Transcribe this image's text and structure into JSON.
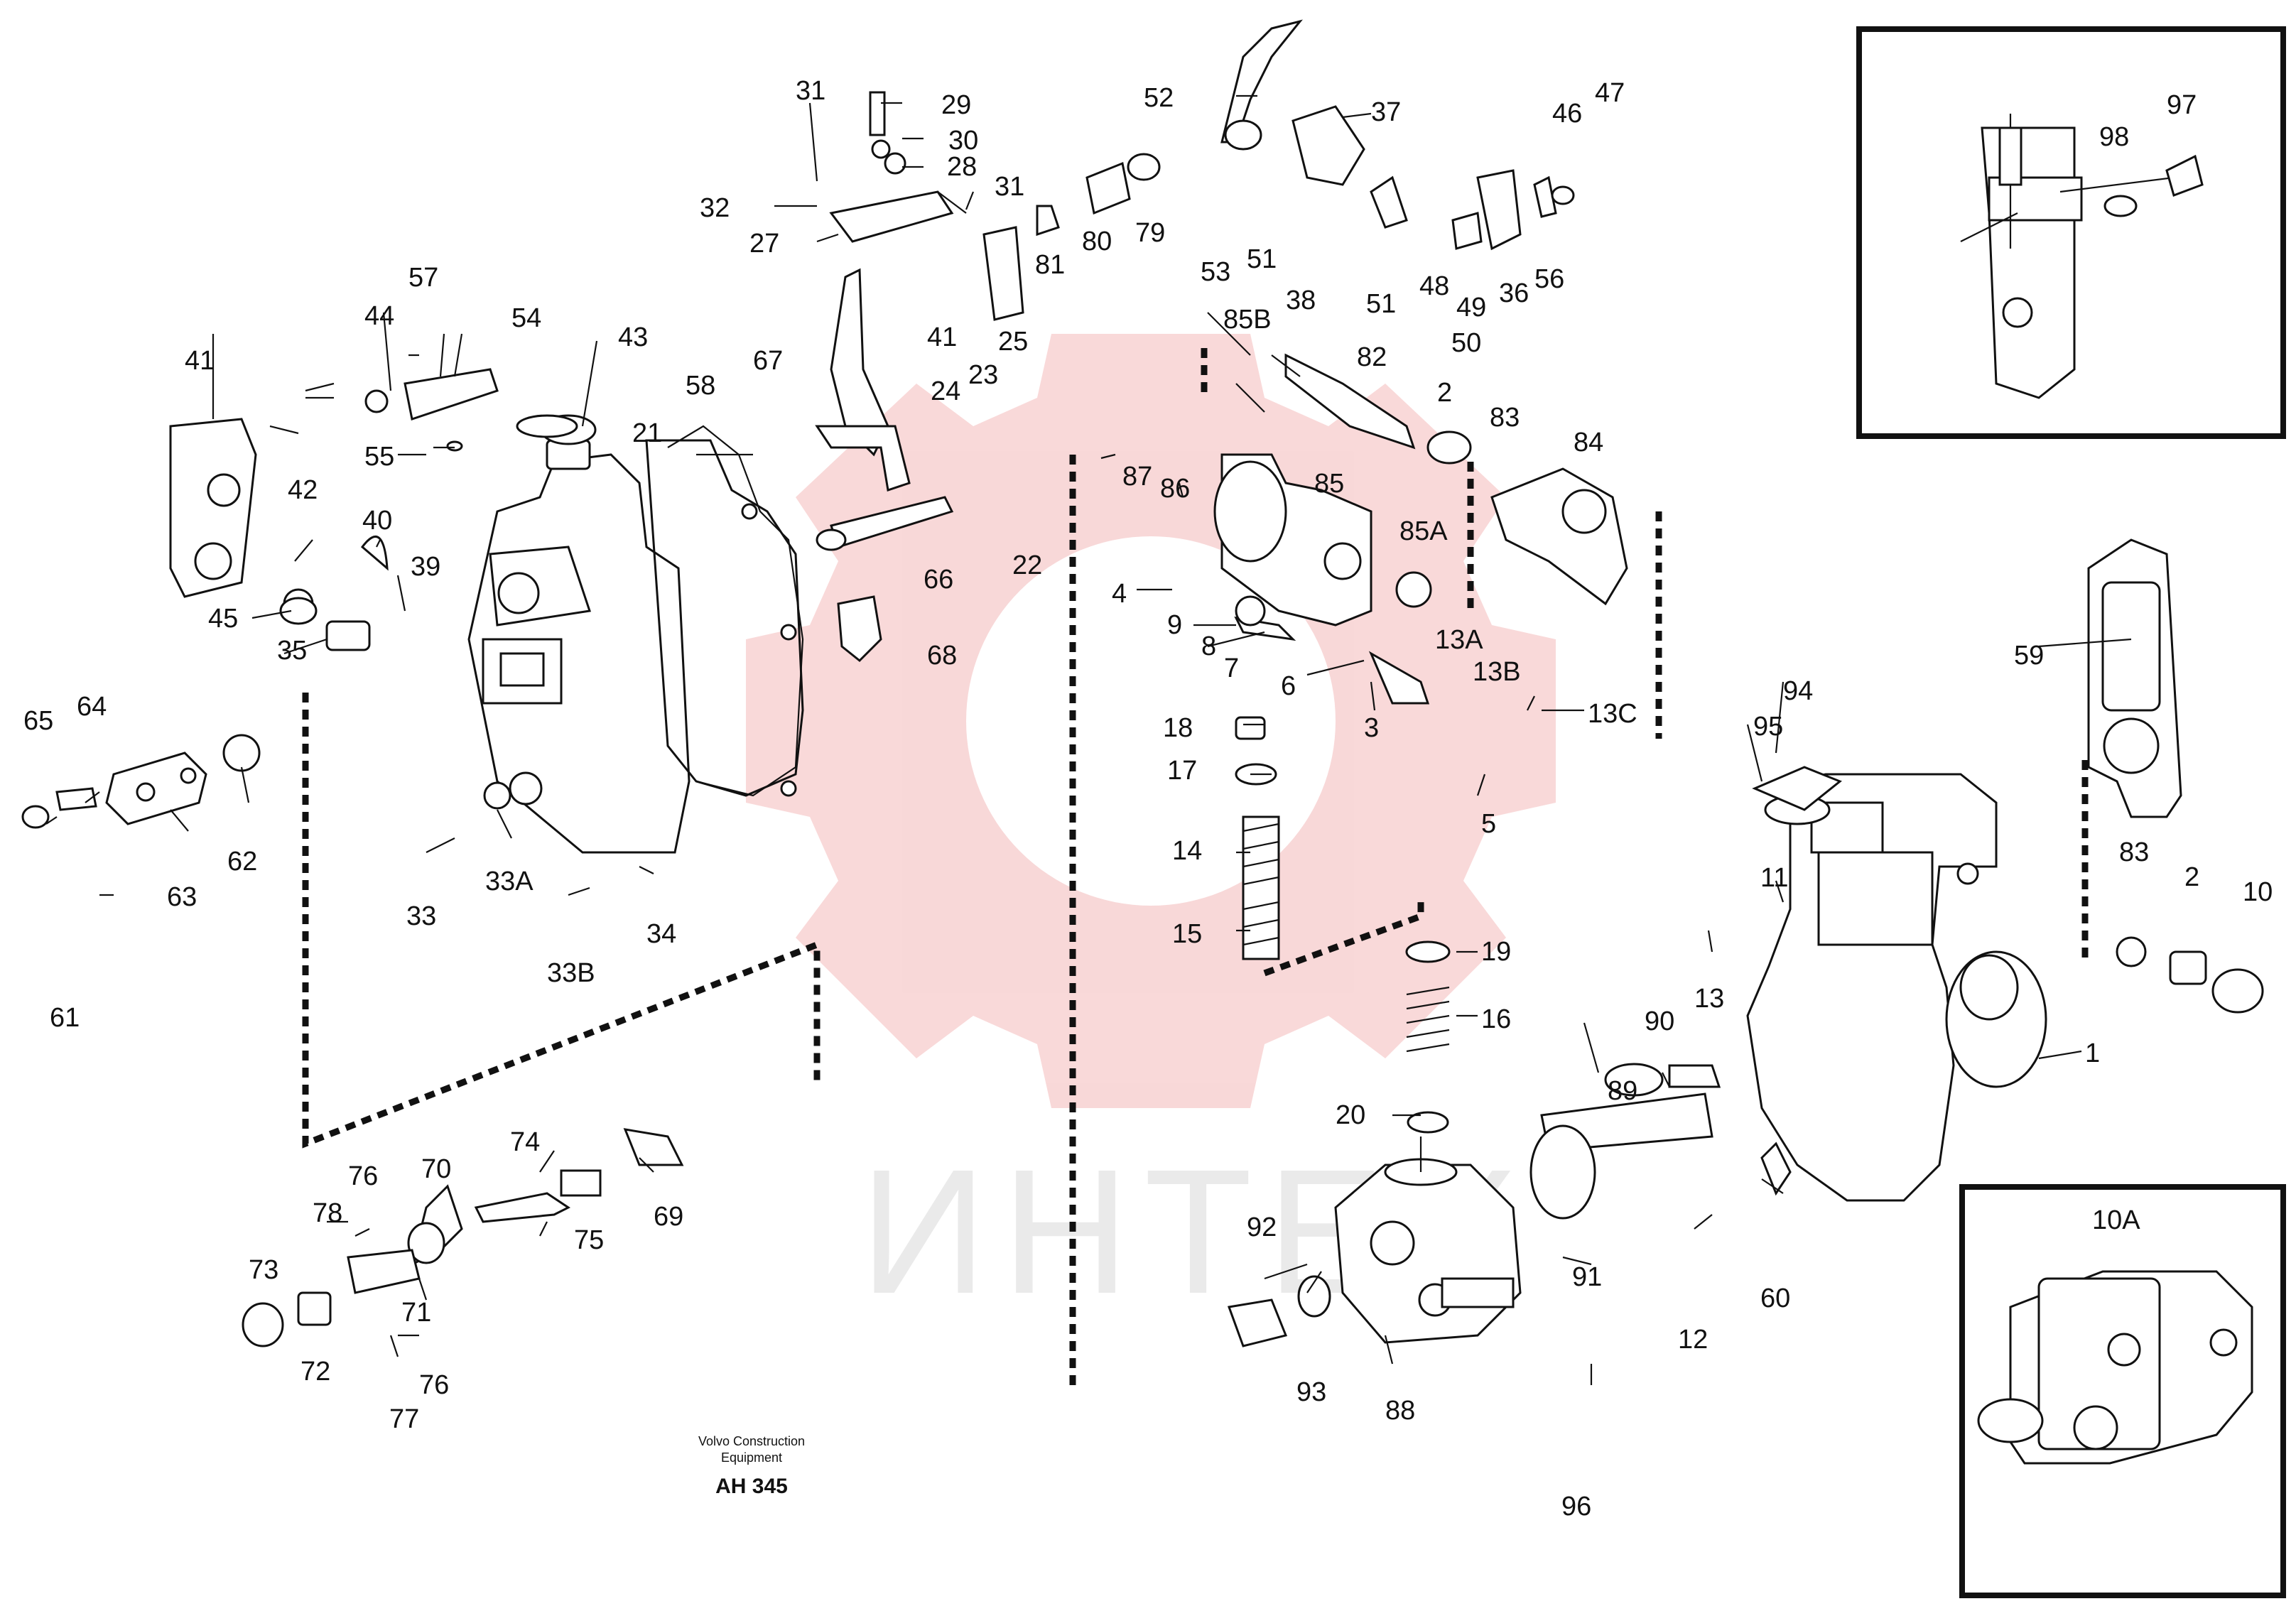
{
  "caption": {
    "manufacturer_line1": "Volvo Construction",
    "manufacturer_line2": "Equipment",
    "drawing_code": "AH 345"
  },
  "watermark": {
    "text": "ИНТЕХ",
    "color": "#f2b8b8"
  },
  "inset_detail": {
    "labels": [
      "97",
      "98"
    ]
  },
  "inset_10a": {
    "title": "10A"
  },
  "part_labels": [
    "1",
    "2",
    "3",
    "4",
    "5",
    "6",
    "7",
    "8",
    "9",
    "10",
    "11",
    "12",
    "13",
    "13A",
    "13B",
    "13C",
    "14",
    "15",
    "16",
    "17",
    "18",
    "19",
    "20",
    "21",
    "22",
    "23",
    "24",
    "25",
    "27",
    "28",
    "29",
    "30",
    "31",
    "32",
    "33",
    "33A",
    "33B",
    "34",
    "35",
    "36",
    "37",
    "38",
    "39",
    "40",
    "41",
    "42",
    "43",
    "44",
    "45",
    "46",
    "47",
    "48",
    "49",
    "50",
    "51",
    "52",
    "53",
    "54",
    "55",
    "56",
    "57",
    "58",
    "59",
    "60",
    "61",
    "62",
    "63",
    "64",
    "65",
    "66",
    "67",
    "68",
    "69",
    "70",
    "71",
    "72",
    "73",
    "74",
    "75",
    "76",
    "77",
    "78",
    "79",
    "80",
    "81",
    "82",
    "83",
    "84",
    "85",
    "85A",
    "85B",
    "86",
    "87",
    "88",
    "89",
    "90",
    "91",
    "92",
    "93",
    "94",
    "95",
    "96",
    "97",
    "98",
    "10A"
  ]
}
